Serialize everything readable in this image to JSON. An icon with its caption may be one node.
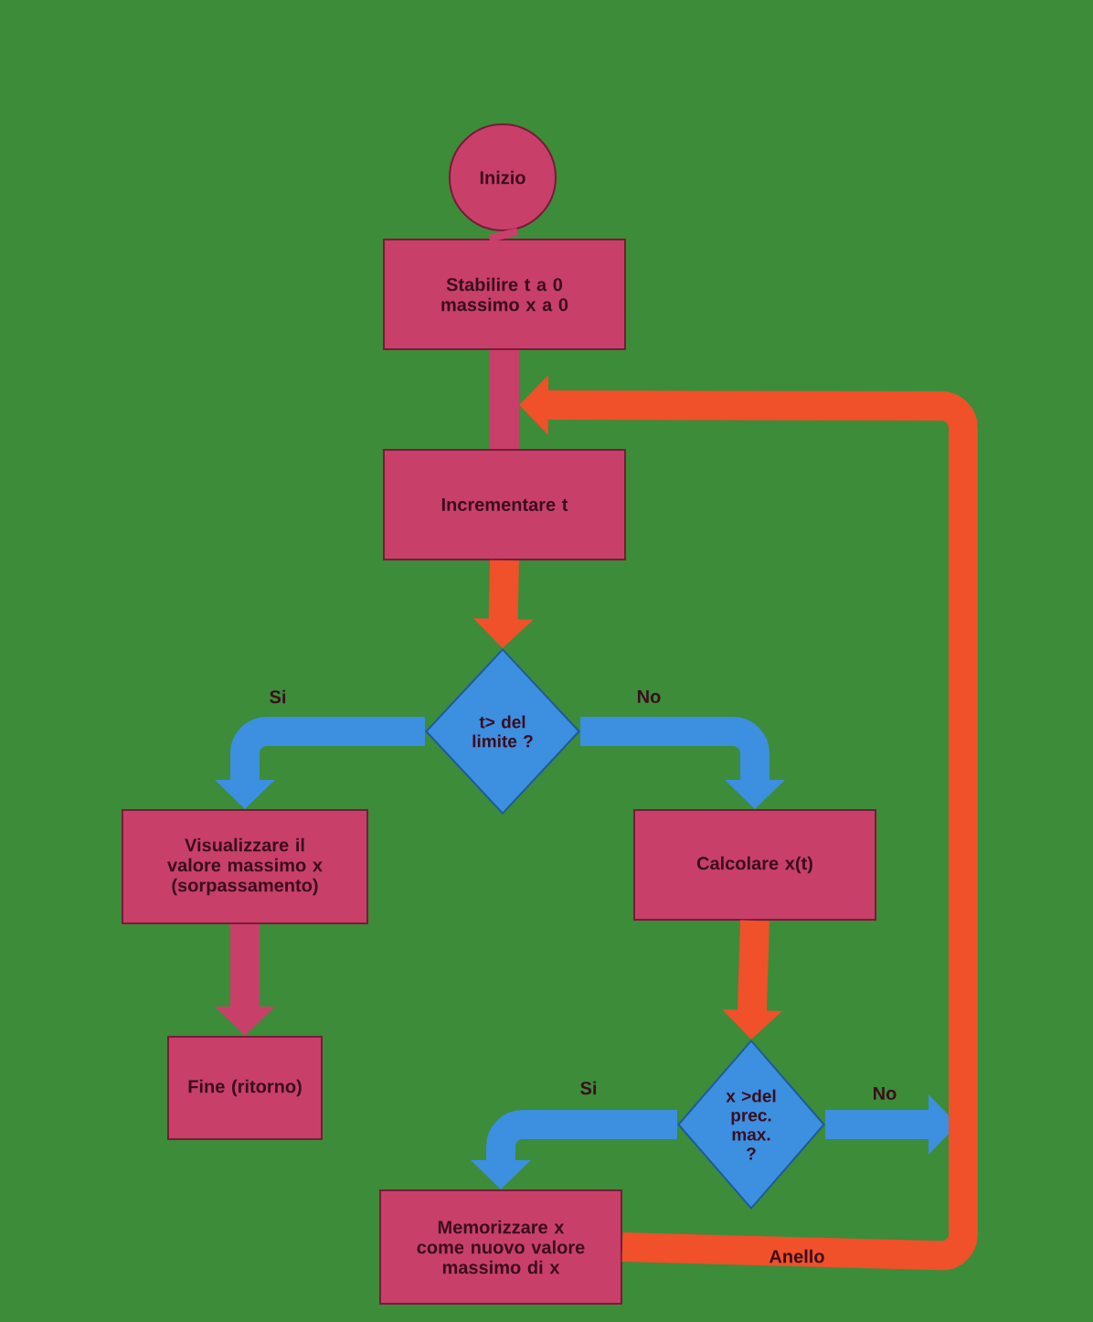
{
  "diagram": {
    "nodes": [
      {
        "text": [
          "Inizio"
        ]
      },
      {
        "text": [
          "Stabilire t a 0 massimo x a 0"
        ]
      },
      {
        "text": [
          "Incrementare t"
        ]
      },
      {
        "text": [
          "t> del limite ?"
        ]
      },
      {
        "text": [
          "Visualizzare il valore massimo x (sorpassamento)"
        ]
      },
      {
        "text": [
          "Fine (ritorno)"
        ]
      },
      {
        "text": [
          "Calcolare x(t)"
        ]
      },
      {
        "text": [
          "x >del prec. max. ?"
        ]
      },
      {
        "text": [
          "Memorizzare x come nuovo valore massimo di x"
        ]
      }
    ],
    "edges": [
      {
        "from": 0,
        "to": 1,
        "arrow": "none",
        "color": "#c8406a"
      },
      {
        "from": 1,
        "to": 2,
        "arrow": "none",
        "color": "#c8406a"
      },
      {
        "from": 2,
        "to": 3,
        "arrow": "to",
        "color": "#f0502a"
      },
      {
        "from": 3,
        "to": 4,
        "arrow": "to",
        "label": "Si"
      },
      {
        "from": 3,
        "to": 6,
        "arrow": "to",
        "label": "No"
      },
      {
        "from": 4,
        "to": 5,
        "arrow": "to",
        "color": "#c8406a"
      },
      {
        "from": 6,
        "to": 7,
        "arrow": "to",
        "color": "#f0502a"
      },
      {
        "from": 7,
        "to": 8,
        "arrow": "to",
        "label": "Si"
      },
      {
        "from": 7,
        "to": null,
        "arrow": "to",
        "label": "No"
      },
      {
        "from": 8,
        "to": 2,
        "arrow": "to",
        "color": "#f0502a",
        "label": "Anello"
      }
    ]
  }
}
